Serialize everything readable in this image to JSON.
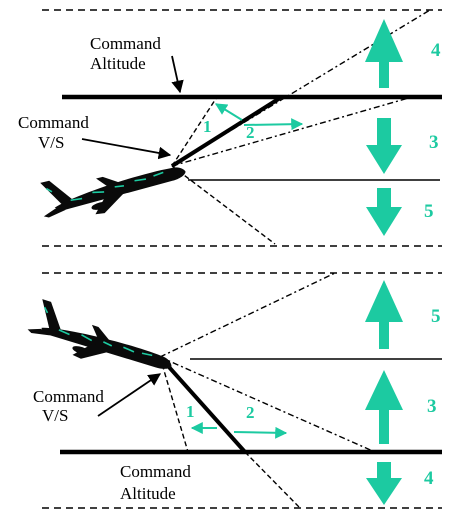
{
  "colors": {
    "accent": "#1ccaa1",
    "line": "#000000",
    "background": "#ffffff"
  },
  "top_panel": {
    "command_altitude_label_1": "Command",
    "command_altitude_label_2": "Altitude",
    "command_vs_label_1": "Command",
    "command_vs_label_2": "V/S",
    "region_up": "4",
    "region_middle": "3",
    "region_down": "5",
    "arrow_label_1": "1",
    "arrow_label_2": "2"
  },
  "bottom_panel": {
    "command_altitude_label_1": "Command",
    "command_altitude_label_2": "Altitude",
    "command_vs_label_1": "Command",
    "command_vs_label_2": "V/S",
    "region_up": "5",
    "region_middle": "3",
    "region_down": "4",
    "arrow_label_1": "1",
    "arrow_label_2": "2"
  },
  "icons": [
    "airplane-icon",
    "arrow-up-icon",
    "arrow-down-icon"
  ]
}
